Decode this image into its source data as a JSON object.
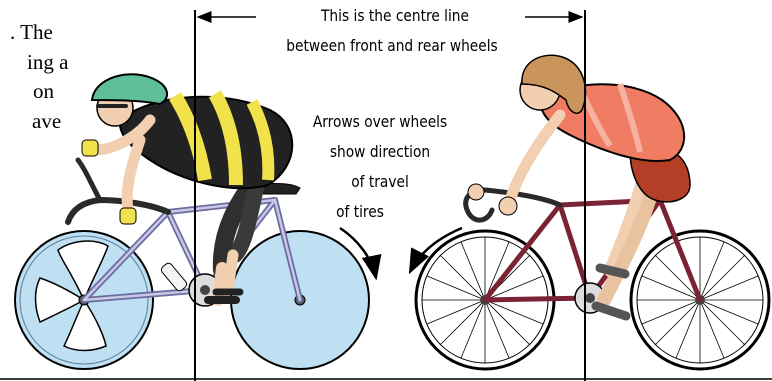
{
  "left_text_fragments": [
    ". The",
    "ing a",
    "on",
    "ave"
  ],
  "centre_line_label": [
    "This is the centre line",
    "between front and rear wheels"
  ],
  "arrows_label": [
    "Arrows over wheels",
    "show direction",
    "of travel",
    "of tires"
  ],
  "colors": {
    "disc_wheel": "#bfe0f2",
    "frame_left": "#8c8cc0",
    "frame_right": "#7b2235",
    "jersey_yellow": "#f1e14a",
    "helmet": "#5fbf98",
    "jersey_right": "#f07d63",
    "shorts_right": "#b43e26",
    "skin": "#f2cfb0",
    "hair": "#c9955c"
  }
}
